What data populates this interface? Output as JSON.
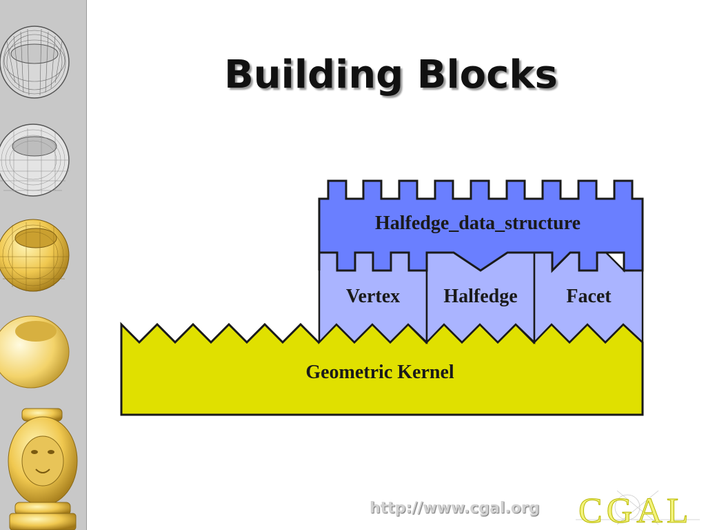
{
  "slide": {
    "title": "Building Blocks",
    "url": "http://www.cgal.org",
    "logo_text": "CGAL"
  },
  "diagram": {
    "blocks": {
      "hds": "Halfedge_data_structure",
      "vertex": "Vertex",
      "halfedge": "Halfedge",
      "facet": "Facet",
      "kernel": "Geometric Kernel"
    }
  },
  "colors": {
    "hds_fill": "#6a7fff",
    "items_fill": "#aab4ff",
    "kernel_fill": "#e0e000",
    "outline": "#1a1a1a",
    "sidebar_bg": "#c8c8c8"
  },
  "icons": {
    "sidebar_images": [
      "wireframe-torus-icon",
      "mesh-torus-icon",
      "shaded-mesh-torus-icon",
      "smooth-torus-icon",
      "lion-head-sculpture-icon"
    ]
  }
}
